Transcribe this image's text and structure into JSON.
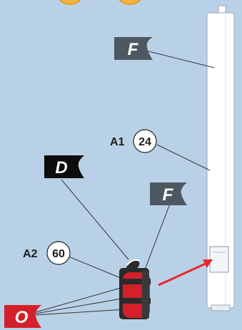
{
  "callouts": {
    "a1": {
      "prefix": "A1",
      "value": "24"
    },
    "a2": {
      "prefix": "A2",
      "value": "60"
    }
  },
  "flags": {
    "f_top": {
      "letter": "F",
      "color": "#4d5862"
    },
    "f_mid": {
      "letter": "F",
      "color": "#4d5862"
    },
    "d": {
      "letter": "D",
      "color": "#0d0d0d"
    },
    "o": {
      "letter": "O",
      "color": "#d3202a"
    }
  },
  "colors": {
    "background": "#b9d1e6",
    "extinguisher": "#d3202a",
    "arrow": "#e8262c",
    "pillar": "#ffffff",
    "top_coins": "#f1b240"
  }
}
